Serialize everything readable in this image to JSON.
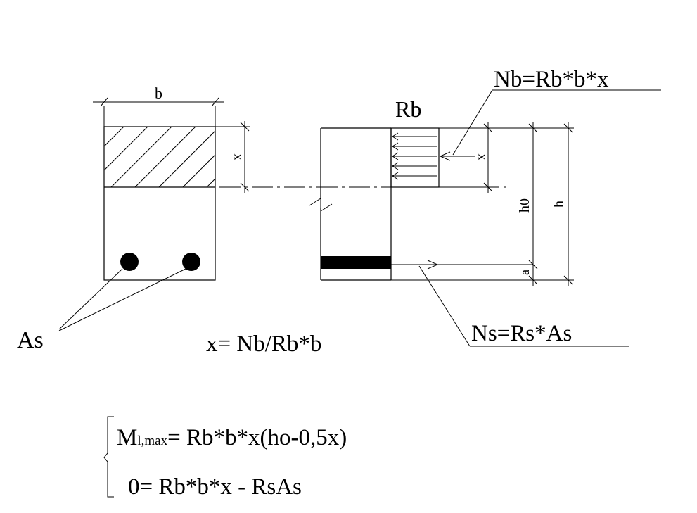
{
  "labels": {
    "b_dim": "b",
    "x_dim_left": "x",
    "rb": "Rb",
    "nb_formula": "Nb=Rb*b*x",
    "x_dim_right": "x",
    "h0": "h0",
    "h": "h",
    "a": "a",
    "as": "As",
    "x_formula": "x= Nb/Rb*b",
    "ns_formula": "Ns=Rs*As"
  },
  "system": {
    "m_main": "M",
    "m_subscript": "l,max",
    "eq1_rhs": "= Rb*b*x(ho-0,5x)",
    "eq2": "0= Rb*b*x - RsAs"
  }
}
